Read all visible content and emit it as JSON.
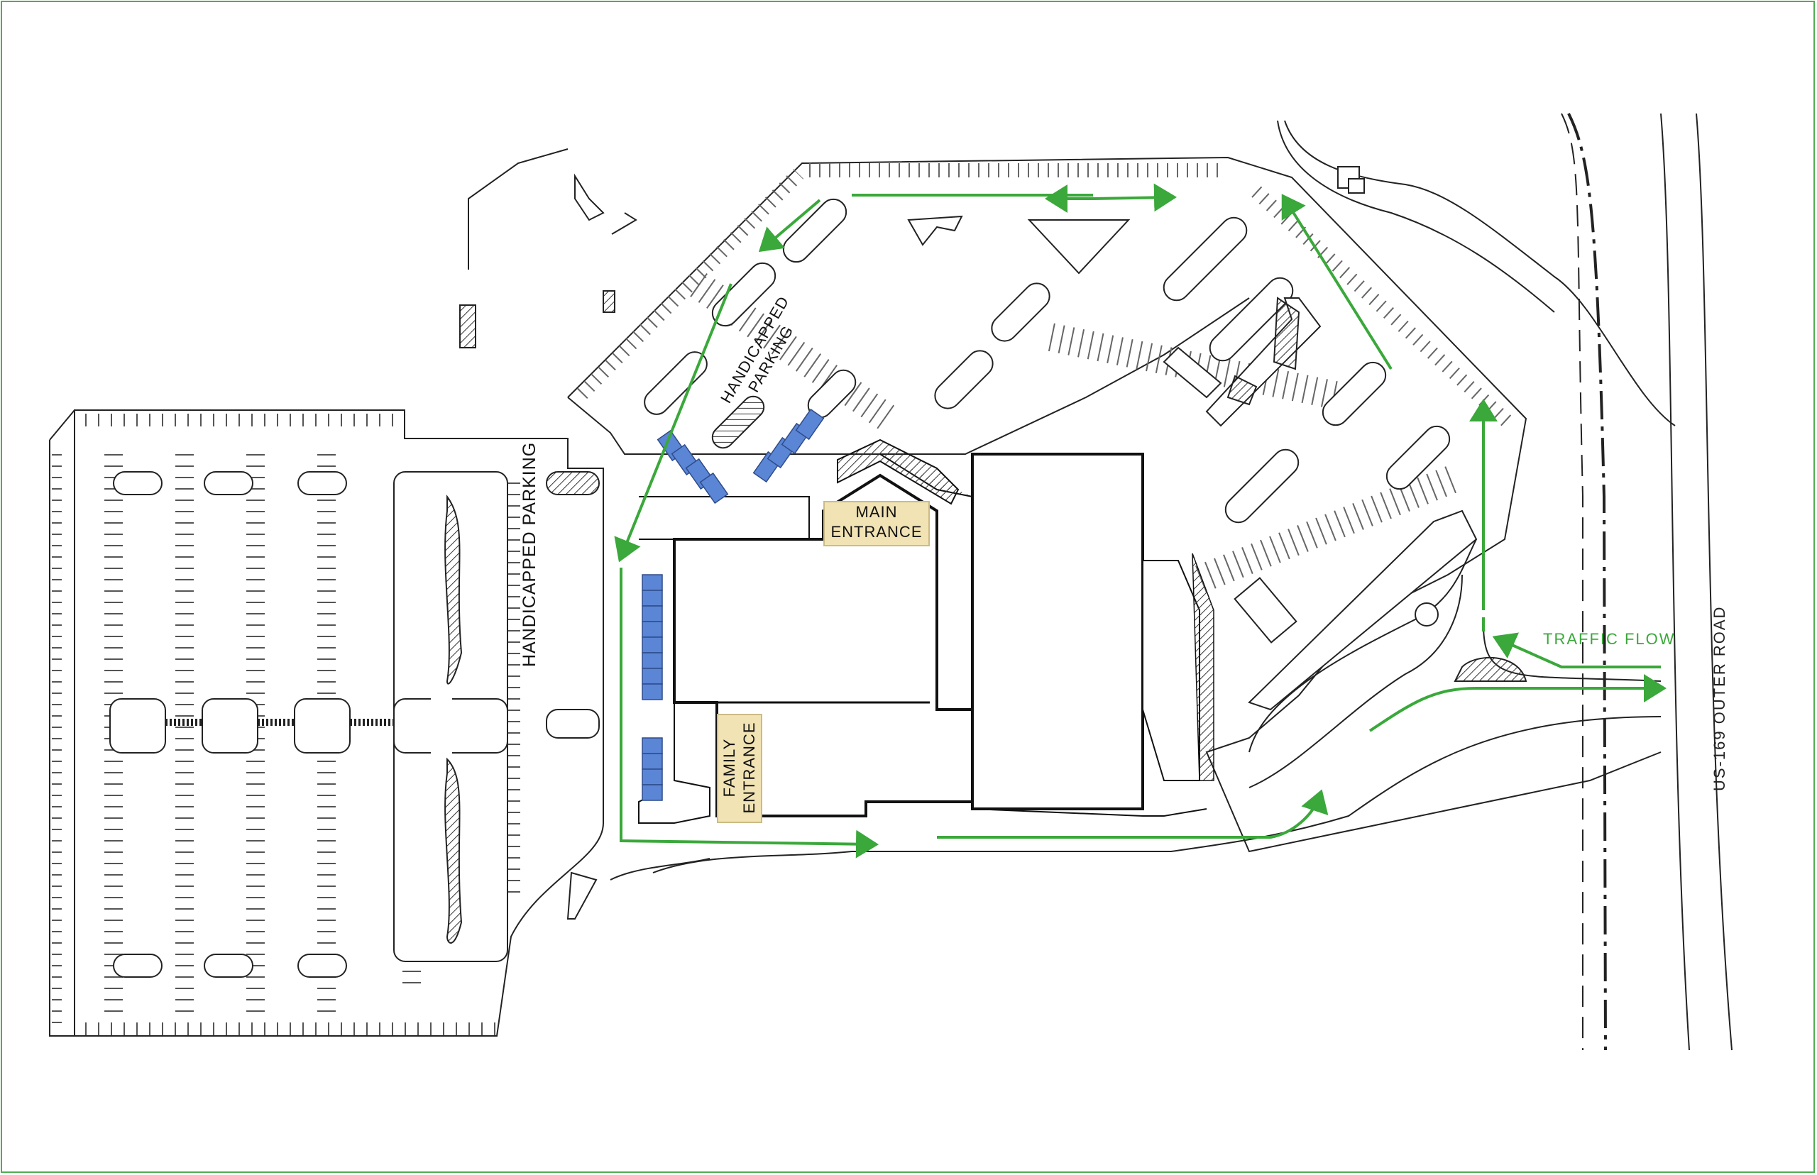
{
  "labels": {
    "main_entrance": [
      "MAIN",
      "ENTRANCE"
    ],
    "family_entrance": [
      "FAMILY",
      "ENTRANCE"
    ],
    "handicapped_parking_west": "HANDICAPPED PARKING",
    "handicapped_parking_north": [
      "HANDICAPPED",
      "PARKING"
    ],
    "traffic_flow": "TRAFFIC FLOW",
    "road": "US-169  OUTER ROAD"
  },
  "colors": {
    "border": "#4caf50",
    "traffic_arrow": "#3aa83a",
    "handicapped_stall": "#5b86d6",
    "entrance_fill": "#f1e3b4",
    "linework": "#222222"
  }
}
